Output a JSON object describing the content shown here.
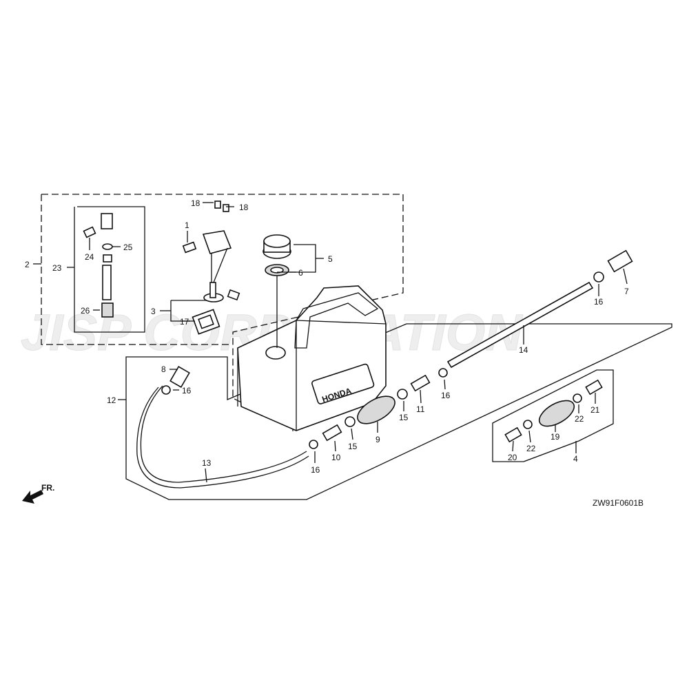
{
  "watermark": "JISP CORPORATION",
  "front_label": "FR.",
  "ref_code": "ZW91F0601B",
  "tank_brand": "HONDA",
  "callouts": [
    "1",
    "2",
    "3",
    "4",
    "5",
    "6",
    "7",
    "8",
    "9",
    "10",
    "11",
    "12",
    "13",
    "14",
    "15",
    "15",
    "16",
    "16",
    "16",
    "16",
    "17",
    "18",
    "18",
    "19",
    "20",
    "21",
    "22",
    "22",
    "23",
    "24",
    "25",
    "26"
  ],
  "arrow_icon": "front-arrow-icon"
}
